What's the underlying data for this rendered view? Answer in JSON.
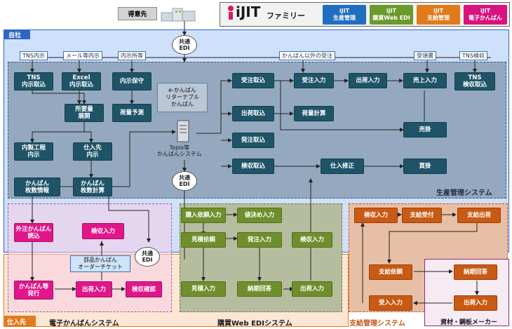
{
  "header": {
    "customer": "得意先",
    "brand": "iJIT",
    "family": "ファミリー",
    "products": [
      {
        "label": "iJIT\n生産管理",
        "color": "#1f6fc1"
      },
      {
        "label": "iJIT\n購買Web EDI",
        "color": "#6a9a2a"
      },
      {
        "label": "iJIT\n支給管理",
        "color": "#e07a1a"
      },
      {
        "label": "iJIT\n電子かんばん",
        "color": "#d8137f"
      }
    ]
  },
  "zones": {
    "company": "自社",
    "supplier": "仕入先",
    "production": "生産管理システム",
    "ekanban": "電子かんばんシステム",
    "webedi": "購買Web EDIシステム",
    "supply": "支給管理システム",
    "maker": "資材・鋼板メーカー"
  },
  "edi": {
    "top": "共通\nEDI",
    "mid": "共通\nEDI",
    "low": "共通\nEDI"
  },
  "tags": {
    "tns": "TNS内示",
    "mail": "メール等内示",
    "naiji": "内示所等",
    "kanban_other": "かんばん以外の受注",
    "receipt": "受領書",
    "tns_inspect": "TNS検収"
  },
  "notes": {
    "ekanban": "e-かんばん\nリターナブル\nかんばん",
    "topix": "Topix等\nかんばんシステム",
    "parts_kanban": "部品かんばん\nオーダーチケット"
  },
  "prod": {
    "tns": "TNS\n内示取込",
    "excel": "Excel\n内示取込",
    "hozon": "内示保守",
    "shoyo": "所要量\n展開",
    "niryo": "荷量予測",
    "naisei": "内製工程\n内示",
    "shiire_naiji": "仕入先\n内示",
    "maisu": "かんばん\n枚数情報",
    "maisu_calc": "かんばん\n枚数計算",
    "juchu": "受注取込",
    "shukka": "出荷取込",
    "hacchu": "発注取込",
    "kenshu": "検収取込",
    "juchu_in": "受注入力",
    "niryo_calc": "荷量計算",
    "shukka_in": "出荷入力",
    "uriage": "売上入力",
    "tns_kenshu": "TNS\n検収取込",
    "urikake": "売掛",
    "shiire_fix": "仕入修正",
    "kaikake": "買掛"
  },
  "ekb": {
    "gaichu": "外注かんばん\n読込",
    "kenshu": "検収入力",
    "hakko": "かんばん等\n発行",
    "shukka": "出荷入力",
    "kenshu_chk": "検収確認"
  },
  "edi_sys": {
    "irai": "購入依頼入力",
    "nekime": "値決め入力",
    "mitsu_irai": "見積依頼",
    "hacchu": "発注入力",
    "kenshu": "検収入力",
    "mitsu_in": "見積入力",
    "noki": "納期回答",
    "shukka": "出荷入力"
  },
  "supply": {
    "kenshu": "検収入力",
    "uketsuke": "支給受付",
    "shukka": "支給出荷",
    "irai": "支給依頼",
    "noki": "納期回答",
    "ukeire": "受入入力",
    "shukka_in": "出荷入力"
  }
}
